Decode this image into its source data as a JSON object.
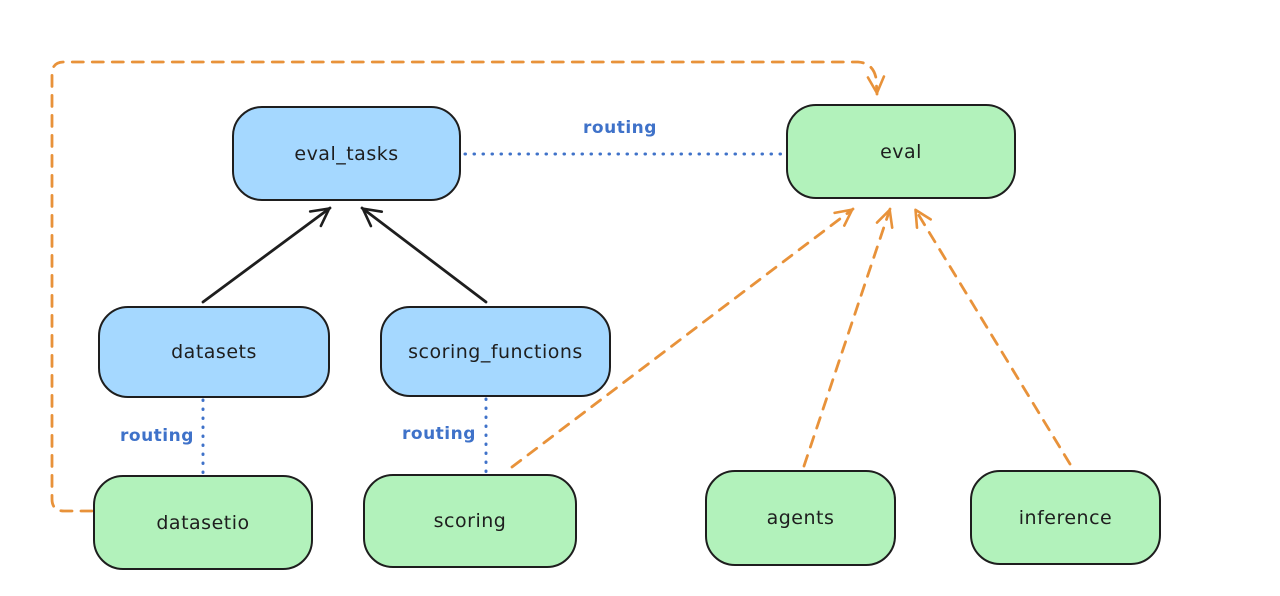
{
  "diagram": {
    "description": "Architecture diagram of eval-related APIs and providers",
    "colors": {
      "node_blue_fill": "#a5d8ff",
      "node_green_fill": "#b2f2bb",
      "node_stroke": "#1e1e1e",
      "solid_arrow": "#1e1e1e",
      "routing_blue": "#3f72c9",
      "dashed_orange": "#e8923a",
      "background": "#ffffff"
    },
    "nodes": {
      "eval_tasks": {
        "label": "eval_tasks",
        "color": "blue"
      },
      "eval": {
        "label": "eval",
        "color": "green"
      },
      "datasets": {
        "label": "datasets",
        "color": "blue"
      },
      "scoring_functions": {
        "label": "scoring_functions",
        "color": "blue"
      },
      "datasetio": {
        "label": "datasetio",
        "color": "green"
      },
      "scoring": {
        "label": "scoring",
        "color": "green"
      },
      "agents": {
        "label": "agents",
        "color": "green"
      },
      "inference": {
        "label": "inference",
        "color": "green"
      }
    },
    "edge_labels": {
      "routing_eval_tasks_eval": "routing",
      "routing_datasets_datasetio": "routing",
      "routing_scoring_functions_scoring": "routing"
    },
    "edges": [
      {
        "from": "datasets",
        "to": "eval_tasks",
        "style": "solid-arrow",
        "color": "#1e1e1e"
      },
      {
        "from": "scoring_functions",
        "to": "eval_tasks",
        "style": "solid-arrow",
        "color": "#1e1e1e"
      },
      {
        "from": "eval_tasks",
        "to": "eval",
        "style": "dotted",
        "color": "#3f72c9",
        "label": "routing"
      },
      {
        "from": "datasets",
        "to": "datasetio",
        "style": "dotted",
        "color": "#3f72c9",
        "label": "routing"
      },
      {
        "from": "scoring_functions",
        "to": "scoring",
        "style": "dotted",
        "color": "#3f72c9",
        "label": "routing"
      },
      {
        "from": "datasetio",
        "to": "eval",
        "style": "dashed-arrow",
        "color": "#e8923a"
      },
      {
        "from": "scoring",
        "to": "eval",
        "style": "dashed-arrow",
        "color": "#e8923a"
      },
      {
        "from": "agents",
        "to": "eval",
        "style": "dashed-arrow",
        "color": "#e8923a"
      },
      {
        "from": "inference",
        "to": "eval",
        "style": "dashed-arrow",
        "color": "#e8923a"
      }
    ]
  }
}
